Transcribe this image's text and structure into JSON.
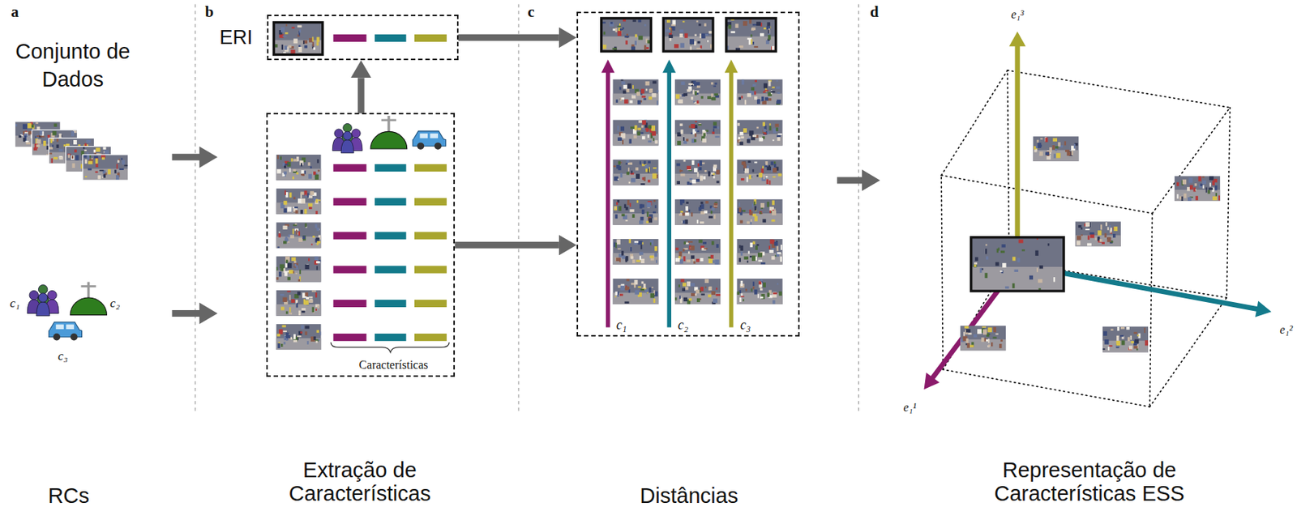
{
  "diagram": {
    "nodes": [
      {
        "text": [
          "ERI"
        ]
      },
      {
        "text": [
          "Características"
        ]
      },
      {
        "text": [
          "c₁",
          "c₂",
          "c₃"
        ]
      }
    ],
    "edges": [
      {
        "from": 1,
        "to": 0,
        "arrow": "to"
      },
      {
        "from": 0,
        "to": 2,
        "arrow": "to"
      },
      {
        "from": 1,
        "to": 2,
        "arrow": "to"
      }
    ],
    "labels": [
      "a",
      "b",
      "c",
      "d",
      "Conjunto de Dados",
      "c₁",
      "c₂",
      "c₃",
      "e₁¹",
      "e₁²",
      "e₁³",
      "RCs",
      "Extração de Características",
      "Distâncias",
      "Representação de Características ESS"
    ]
  }
}
